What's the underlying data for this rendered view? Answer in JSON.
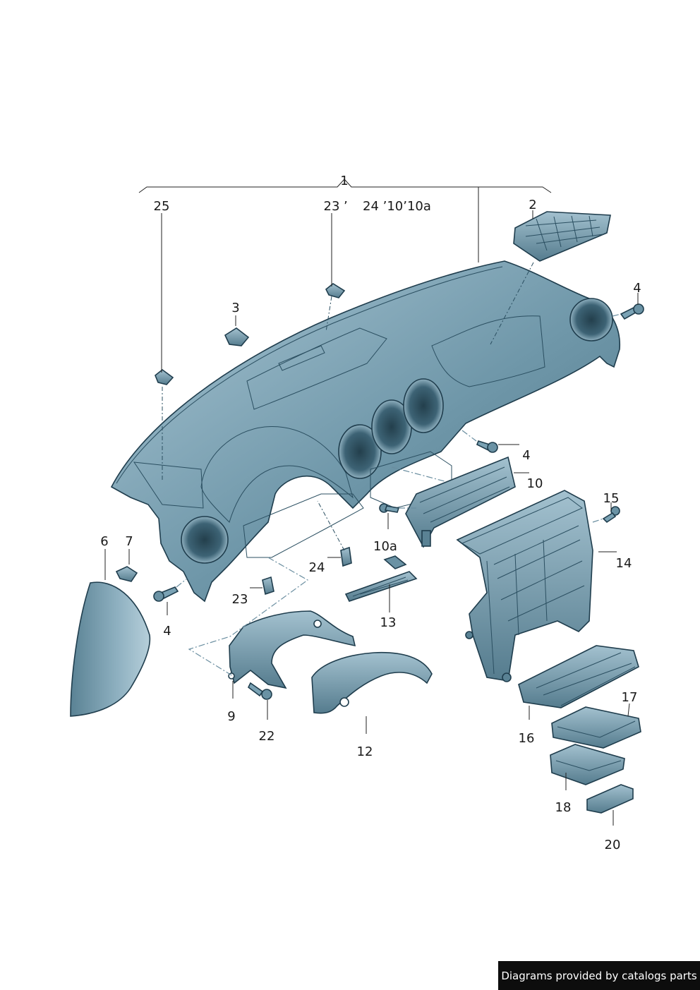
{
  "callouts": {
    "c1": "1",
    "c2": "2",
    "c3": "3",
    "c4a": "4",
    "c4b": "4",
    "c4c": "4",
    "c6": "6",
    "c7": "7",
    "c9": "9",
    "c10": "10",
    "c10a": "10a",
    "c12": "12",
    "c13": "13",
    "c14": "14",
    "c15": "15",
    "c16": "16",
    "c17": "17",
    "c18": "18",
    "c20": "20",
    "c22": "22",
    "c23a": "23",
    "c23b": "23",
    "c24": "24",
    "c25": "25",
    "top_group": "24 ’10’10a",
    "c23_tick": "’"
  },
  "footer": {
    "credit": "Diagrams provided by catalogs parts"
  },
  "colors": {
    "part_fill": "#5f8799",
    "part_light": "#9dbccb",
    "part_dark": "#3c6273",
    "outline": "#1f3d4d"
  }
}
